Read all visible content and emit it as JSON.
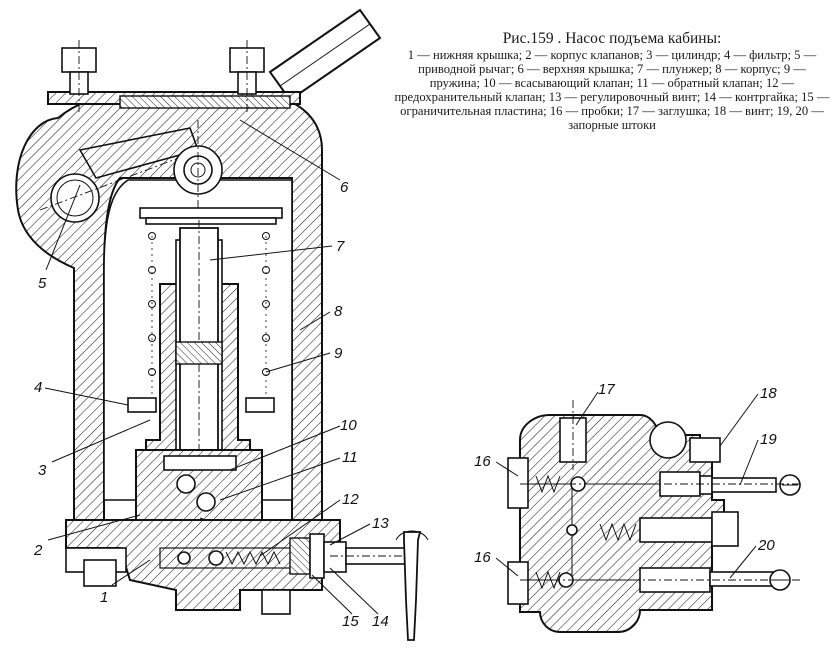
{
  "caption": {
    "title": "Рис.159 . Насос подъема кабины:",
    "description": "1 — нижняя крышка; 2 — корпус клапанов; 3 — цилиндр; 4 — фильтр; 5 — приводной рычаг; 6 — верхняя крышка; 7 — плунжер; 8 — корпус; 9 — пружина; 10 — всасывающий клапан; 11 — обратный клапан; 12 — предохранительный клапан; 13 — регулировочный винт; 14 — контргайка; 15 — ограничительная пластина; 16 — пробки; 17 — заглушка; 18 — винт; 19, 20 — запорные штоки"
  },
  "callouts": {
    "c1": "1",
    "c2": "2",
    "c3": "3",
    "c4": "4",
    "c5": "5",
    "c6": "6",
    "c7": "7",
    "c8": "8",
    "c9": "9",
    "c10": "10",
    "c11": "11",
    "c12": "12",
    "c13": "13",
    "c14": "14",
    "c15": "15",
    "c16a": "16",
    "c16b": "16",
    "c17": "17",
    "c18": "18",
    "c19": "19",
    "c20": "20"
  }
}
